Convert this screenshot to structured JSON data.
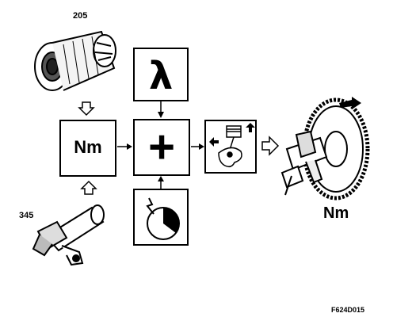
{
  "labels": {
    "part_top": "205",
    "part_bottom": "345",
    "torque_box": "Nm",
    "lambda_symbol": "λ",
    "sum_symbol": "+",
    "output_torque": "Nm",
    "figure_ref": "F624D015"
  },
  "icons": {
    "air_meter": "air-flow-meter-icon",
    "sensor": "speed-sensor-icon",
    "ignition": "ignition-advance-icon",
    "piston": "piston-crank-icon",
    "crankshaft": "crankshaft-flywheel-icon"
  }
}
